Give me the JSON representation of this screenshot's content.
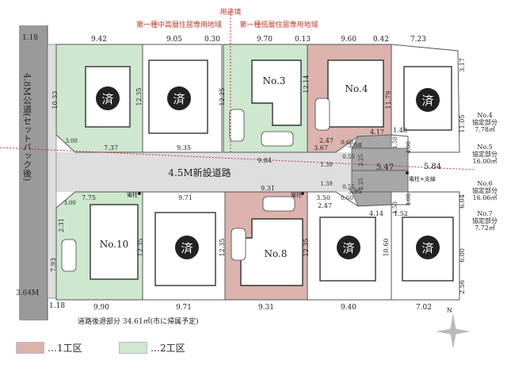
{
  "zoning": {
    "heading": "用途境",
    "left_zone": "第一種中高層住居専用地域",
    "right_zone": "第一種低層住居専用地域"
  },
  "road": {
    "public_road_label": "4.8M公道(セットバック後)",
    "new_road_label": "4.5M新設道路",
    "setback_note": "道路後退部分 34.61㎡(市に帰属予定)",
    "width_label": "3.64M",
    "width_top": "1.18",
    "width_bottom": "1.18"
  },
  "lot_labels": {
    "no3": "No.3",
    "no4": "No.4",
    "no8": "No.8",
    "no10": "No.10",
    "sold": "済"
  },
  "dimensions": {
    "top_row": [
      "9.42",
      "9.05",
      "0.30",
      "9.70",
      "0.13",
      "9.60",
      "0.42",
      "7.23"
    ],
    "north_lots_bottom": [
      "7.37",
      "9.35",
      "9.84",
      "3.67",
      "2.47",
      "3.98",
      "4.17",
      "1.48"
    ],
    "south_lots_top": [
      "7.75",
      "9.71",
      "9.31",
      "3.50",
      "2.47",
      "3.95",
      "4.14",
      "1.52"
    ],
    "bottom_row": [
      "9.90",
      "9.71",
      "9.31",
      "9.40",
      "7.02"
    ],
    "depths": [
      "10.33",
      "12.35",
      "12.25",
      "12.14",
      "11.79",
      "3.17",
      "11.05",
      "2.31",
      "7.93",
      "12.35",
      "12.35",
      "12.35",
      "10.60",
      "6.04",
      "6.00",
      "2.56"
    ],
    "corners": [
      "3.00",
      "3.00",
      "0.55",
      "0.55",
      "1.39",
      "1.39",
      "0.60",
      "0.60",
      "2.25",
      "2.25",
      "4.00",
      "4.00",
      "1.50",
      "1.50"
    ],
    "mid": [
      "5.47",
      "5.84"
    ],
    "pole": "電柱",
    "pole_stay": "電柱+支線"
  },
  "shared_parts": [
    {
      "name": "No.4",
      "label": "協定部分",
      "area": "7.78㎡"
    },
    {
      "name": "No.5",
      "label": "協定部分",
      "area": "16.00㎡"
    },
    {
      "name": "No.6",
      "label": "協定部分",
      "area": "16.06㎡"
    },
    {
      "name": "No.7",
      "label": "協定部分",
      "area": "7.72㎡"
    }
  ],
  "legend": [
    {
      "label": "…1工区",
      "color": "#dcb3ad"
    },
    {
      "label": "…2工区",
      "color": "#cde8cf"
    }
  ],
  "colors": {
    "phase1": "#dcb3ad",
    "phase2": "#cde8cf",
    "road": "#dedede",
    "public_road": "#9a9a9a",
    "shared": "#a7a7a7"
  },
  "compass": "N"
}
